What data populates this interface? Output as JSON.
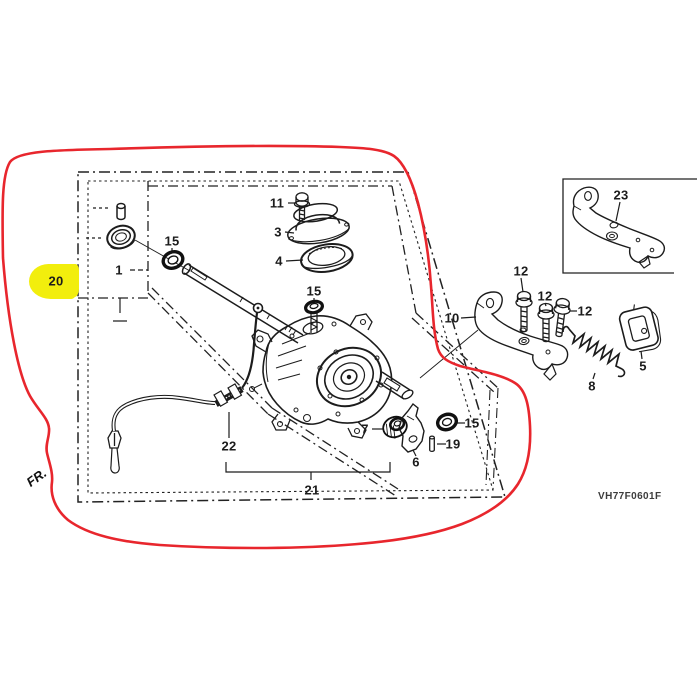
{
  "diagram": {
    "code": "VH77F0601F",
    "orientation": "FR.",
    "colors": {
      "marker_outline": "#e8262d",
      "highlight": "#f2ee0d",
      "ink": "#1c1c1c"
    },
    "callouts": {
      "c20": "20",
      "c1": "1",
      "c15a": "15",
      "c11": "11",
      "c3": "3",
      "c4": "4",
      "c15b": "15",
      "c23": "23",
      "c12a": "12",
      "c12b": "12",
      "c12c": "12",
      "c10": "10",
      "c5": "5",
      "c8": "8",
      "c7": "7",
      "c6": "6",
      "c19": "19",
      "c15c": "15",
      "c22": "22",
      "c21": "21"
    }
  }
}
